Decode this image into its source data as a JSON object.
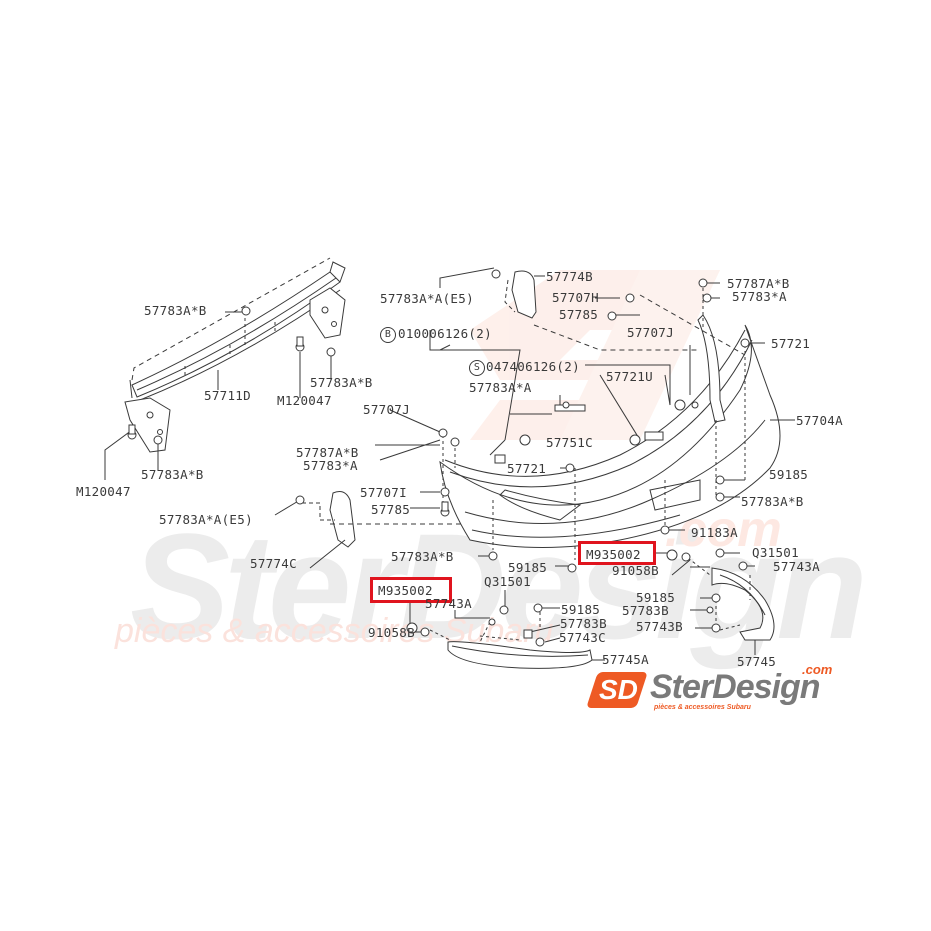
{
  "watermark": {
    "brand_big": "SterDesign",
    "brand_com": ".com",
    "tagline": "pièces & accessoires Subaru",
    "colors": {
      "gray": "#ececec",
      "red": "#fbe2dc"
    }
  },
  "logo": {
    "badge": "SD",
    "name": "SterDesign",
    "com": ".com",
    "tagline": "pièces & accessoires Subaru",
    "colors": {
      "orange": "#ee5a24",
      "gray": "#7a7a7a"
    }
  },
  "highlight_color": "#e0141e",
  "highlighted_parts": [
    {
      "label": "M935002",
      "position": "upper"
    },
    {
      "label": "M935002",
      "position": "lower"
    }
  ],
  "labels": {
    "reinforcement_top_clip": "57783A*B",
    "reinforcement_beam": "57711D",
    "reinforcement_bolt_right": "M120047",
    "reinforcement_clip_right": "57783A*B",
    "reinforcement_bolt_left": "M120047",
    "reinforcement_clip_left": "57783A*B",
    "side_bracket_clip_top": "57783A*A(E5)",
    "side_bracket_right": "57774B",
    "bolt_b": "B",
    "bolt_b_part": "010006126(2)",
    "screw_s": "S",
    "screw_s_part": "047406126(2)",
    "bracket_h": "57707H",
    "bumper_bolt_top": "57785",
    "bracket_j_right": "57707J",
    "clip_a_center": "57783A*A",
    "bracket_u": "57721U",
    "clip_right_top_b": "57787A*B",
    "clip_right_top_a": "57783*A",
    "clip_57721_right": "57721",
    "bumper_face": "57704A",
    "bracket_j_left": "57707J",
    "clip_left_b": "57787A*B",
    "clip_left_a": "57783*A",
    "bracket_751c": "57751C",
    "clip_57721_center": "57721",
    "nut_59185_right": "59185",
    "clip_right_bottom_b": "57783A*B",
    "bracket_i": "57707I",
    "bumper_bolt_left": "57785",
    "side_bracket_clip_left": "57783A*A(E5)",
    "side_bracket_left": "57774C",
    "nut_91183a": "91183A",
    "clip_bottom_center_b": "57783A*B",
    "nut_59185_center": "59185",
    "grommet_91058b_right": "91058B",
    "screw_q31501_right": "Q31501",
    "clip_57743a_right": "57743A",
    "nut_59185_lower_right": "59185",
    "clip_57783b_right": "57783B",
    "clip_57743b": "57743B",
    "molding_right": "57745",
    "screw_q31501_left": "Q31501",
    "clip_57743a_left": "57743A",
    "nut_59185_lower_left": "59185",
    "grommet_91058b_left": "91058B",
    "clip_57783b_left": "57783B",
    "clip_57743c": "57743C",
    "molding_left": "57745A"
  }
}
